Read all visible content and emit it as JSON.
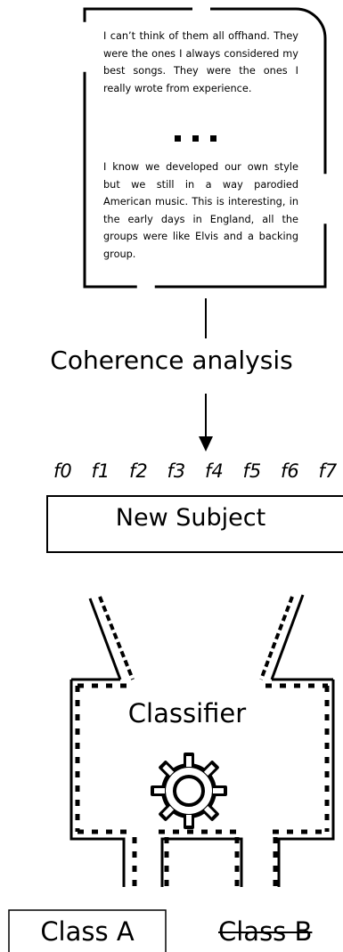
{
  "document": {
    "paragraph_1": "I can’t think of them all offhand. They were the ones I always considered my best songs. They were the ones I really wrote from experience.",
    "ellipsis": "...",
    "paragraph_2": "I know we developed our own style but we still in a way parodied American music. This is interesting, in the early days in England, all the groups were like Elvis and a backing group."
  },
  "steps": {
    "analysis_label": "Coherence analysis",
    "features": [
      "f0",
      "f1",
      "f2",
      "f3",
      "f4",
      "f5",
      "f6",
      "f7"
    ],
    "subject_label": "New Subject",
    "classifier_label": "Classifier",
    "gear_icon": "gear-icon"
  },
  "outputs": {
    "class_a": "Class A",
    "class_b": "Class B"
  }
}
